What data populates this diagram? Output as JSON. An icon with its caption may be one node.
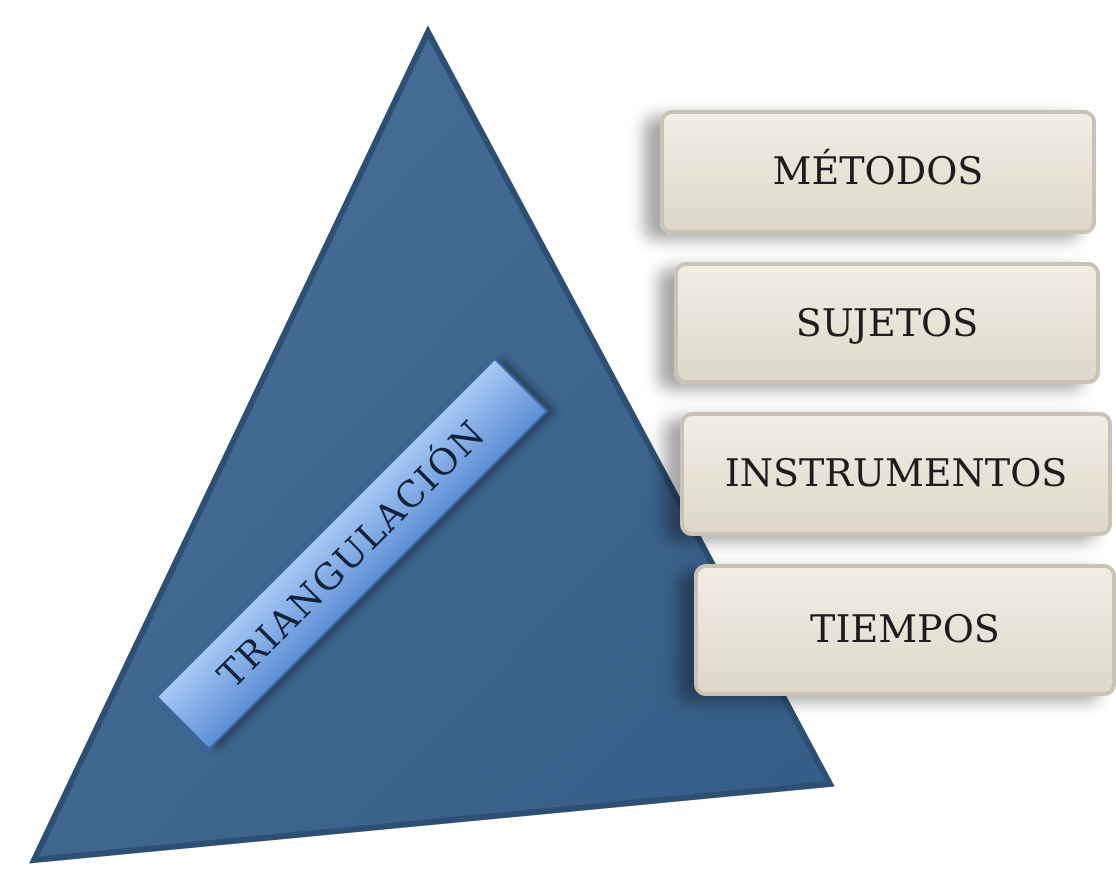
{
  "diagram": {
    "nodes": [
      {
        "text": [],
        "shape": "triangle"
      },
      {
        "text": [
          "TRIANGULACIÓN"
        ],
        "in": 0
      },
      {
        "text": [
          "MÉTODOS"
        ]
      },
      {
        "text": [
          "SUJETOS"
        ]
      },
      {
        "text": [
          "INSTRUMENTOS"
        ]
      },
      {
        "text": [
          "TIEMPOS"
        ]
      }
    ]
  }
}
